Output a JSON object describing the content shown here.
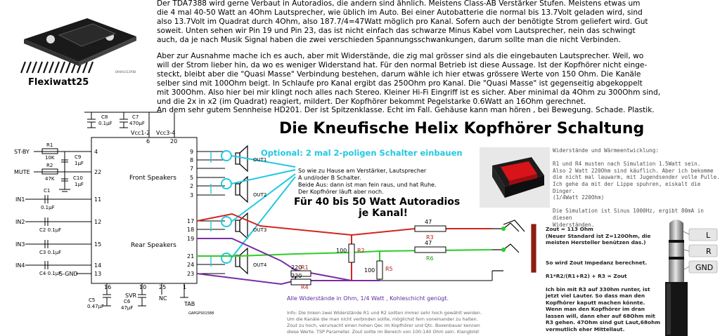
{
  "intro": {
    "para1": "Der TDA7388 wird gerne Verbaut in Autoradios, die andern sind ähnlich. Meistens Class-AB Verstärker Stufen.  Meistens etwas um\ndie 4 mal 40-50 Watt an 4Ohm Lautsprecher, wie üblich im Auto. Bei einer Autobatterie die normal bis 13.7Volt geladen wird, sind\nalso  13.7Volt im Quadrat durch 4Ohm, also 187.7/4=47Watt möglich pro Kanal. Sofern auch der benötigte Strom geliefert wird. Gut\nsoweit.  Unten sehen wir Pin 19 und Pin 23, das ist nicht einfach das schwarze Minus Kabel vom Lautsprecher, nein das schwingt\nauch, da je nach Musik Signal haben die zwei verschieden Spannungsschwankungen, darum sollte man die nicht Verbinden.",
    "para2": "Aber zur Ausnahme mache ich es auch, aber mit Widerstände, die zig mal grösser sind als die eingebauten Lautsprecher. Weil,  wo\nwill der Strom lieber hin, da wo es weniger Widerstand hat. Für den normal Betrieb ist diese Aussage. Ist der Kopfhörer nicht einge-\nsteckt, bleibt aber die \"Quasi Masse\" Verbindung bestehen, darum wähle ich hier etwas grössere Werte von 150 Ohm. Die Kanäle\nselber sind mit 100Ohm beigt. In Schlaufe pro Kanal ergibt das 250Ohm pro Kanal.  Die \"Quasi Masse\" ist gegenseitig abgekoppelt\nmit 300Ohm.  Also hier bei mir klingt noch alles nach Stereo. Kleiner Hi-Fi Eingriff ist es sicher. Aber minimal da 4Ohm zu 300Ohm sind,\nund die 2x in x2 (im Quadrat) reagiert, mildert.    Der Kopfhörer bekommt Pegelstarke  0.6Watt an 16Ohm gerechnet.\nAn dem sehr gutem Sennheise HD201. Der ist Spitzenklasse. Echt im Fall. Gehäuse kann man hören , bei Bewegung. Schade. Plastik."
  },
  "chip": {
    "label": "Flexiwatt25",
    "fine_print": "D94AU113P3B"
  },
  "title": "Die Kneufische Helix Kopfhörer Schaltung",
  "optional_note": "Optional: 2 mal 2-poligen Schalter einbauen",
  "switch_note": {
    "l1": "So wie zu Hause am Verstärker, Lautsprecher",
    "l2": "A und/oder B  Schalter.",
    "l3": "Beide Aus: dann ist man fein raus, und hat Ruhe.",
    "l4": "Der Kopfhörer läuft aber noch."
  },
  "watts_note": {
    "l1": "Für 40 bis 50 Watt Autoradios",
    "l2": "je Kanal!"
  },
  "resistor_note": "Alle Widerstände in Ohm, 1/4 Watt , Kohleschicht genügt.",
  "info_note": {
    "l1": "Info: Die linken zwei Widerstände R1 und R2 sollten immer sehr hoch gewählt werden.",
    "l2": "Um die Kanäle die man nicht verbinden sollte, möglichst fern voneinander zu halten.",
    "l3": "Zout zu hoch, verursacht einen hohen Qec im Kopfhörer und Qtc. Boxenbauer kennen",
    "l4": "diese Werte. TSP Parameter. Zout sollte im Bereich von 100-140 Ohm sein. Klangbild!"
  },
  "right_note": "Widerstände und Wärmeentwicklung:\n\nR1 und R4 musten nach Simulation 1.5Watt sein.\nAlso 2 Watt 220Ohm sind käuflich. Aber ich bekomme\ndie nicht mal lauwarm, mit Jugendsender volle Pulle.\nIch gehe da mit der Lippe spuhren, eiskalt die Dinger.\n(1/4Watt 220Ohm)\n\nDie Simulation ist Sinus 1000Hz, ergibt 80mA in diesen\nWiderständen.",
  "calc_note": "Zout = 113 Ohm\n(Neuer Standard ist Z=120Ohm, die\nmeisten Hersteller benützen das.)\n\n\nSo wird Zout Impedanz berechnet.\n\nR1*R2/(R1+R2) + R3 = Zout\n\nIch bin mit R3 auf 330hm runter, ist\njetzt viel Lauter. So dass man den\nKopfhörer kaputt machen könnte.\nWenn man den Kopfhörer im dran\nlassen will, dann eher auf 68Ohm mit\nR3 gehen. 47Ohm sind gut Laut,68ohm\nvermutlich eher Mittellaut.",
  "jack": {
    "l": "L",
    "r": "R",
    "gnd": "GND"
  },
  "ic": {
    "front_label": "Front Speakers",
    "rear_label": "Rear Speakers",
    "vcc12": "Vcc1-2",
    "vcc34": "Vcc3-4",
    "pins": {
      "p4": "4",
      "p22": "22",
      "p11": "11",
      "p12": "12",
      "p15": "15",
      "p14": "14",
      "p13": "13",
      "p6": "6",
      "p20": "20",
      "p9": "9",
      "p8": "8",
      "p7": "7",
      "p5": "5",
      "p2": "2",
      "p3": "3",
      "p17": "17",
      "p18": "18",
      "p19": "19",
      "p21": "21",
      "p24": "24",
      "p23": "23",
      "p16": "16",
      "p10": "10",
      "p25": "25",
      "p1": "1"
    },
    "inputs": {
      "stby": "ST-BY",
      "mute": "MUTE",
      "in1": "IN1",
      "in2": "IN2",
      "in3": "IN3",
      "in4": "IN4",
      "sgnd": "S-GND"
    },
    "bottom": {
      "svr": "SVR",
      "nc": "NC",
      "tab": "TAB",
      "partno": "GAPGPS01588"
    },
    "outputs": {
      "out1": "OUT1",
      "out2": "OUT2",
      "out3": "OUT3",
      "out4": "OUT4"
    },
    "parts": {
      "c8": "C8",
      "c8v": "0.1µF",
      "c7": "C7",
      "c7v": "470µF",
      "r1": "R1",
      "r1v": "10K",
      "c9": "C9",
      "c9v": "1µF",
      "r2": "R2",
      "r2v": "47K",
      "c10": "C10",
      "c10v": "1µF",
      "c1": "C1",
      "c1v": "0.1µF",
      "c2": "C2 0.1µF",
      "c3": "C3 0.1µF",
      "c4": "C4 0.1µF",
      "c5": "C5",
      "c5v": "0.47µF",
      "c6": "C6",
      "c6v": "47µF"
    }
  },
  "network": {
    "r3_val": "47",
    "r3_name": "R3",
    "r6_val": "47",
    "r6_name": "R6",
    "r2_val": "100",
    "r2_name": "R2",
    "r5_val": "100",
    "r5_name": "R5",
    "r1_val": "220",
    "r1_name": "R1",
    "r4_val": "220",
    "r4_name": "R4"
  }
}
